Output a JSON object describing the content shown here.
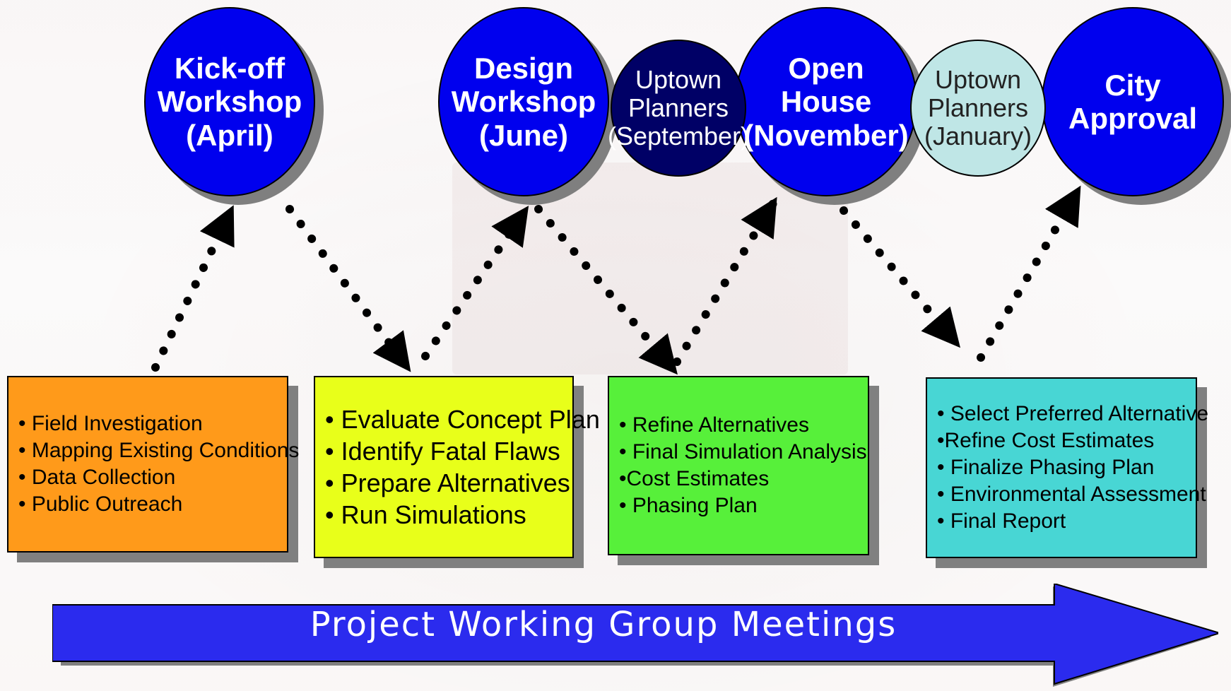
{
  "milestones": [
    {
      "label": "Kick-off\nWorkshop\n(April)"
    },
    {
      "label": "Design\nWorkshop\n(June)"
    },
    {
      "label": "Uptown\nPlanners\n(September)"
    },
    {
      "label": "Open\nHouse\n(November)"
    },
    {
      "label": "Uptown\nPlanners\n(January)"
    },
    {
      "label": "City\nApproval"
    }
  ],
  "tasks": [
    {
      "color": "#ff9a1a",
      "items": [
        "• Field Investigation",
        "• Mapping Existing Conditions",
        "• Data Collection",
        "• Public Outreach"
      ]
    },
    {
      "color": "#e8ff1a",
      "items": [
        "• Evaluate Concept Plan",
        "• Identify Fatal Flaws",
        "• Prepare Alternatives",
        "• Run Simulations"
      ]
    },
    {
      "color": "#57f03a",
      "items": [
        "• Refine Alternatives",
        "• Final Simulation Analysis",
        "•Cost Estimates",
        "• Phasing Plan"
      ]
    },
    {
      "color": "#48d6d4",
      "items": [
        "• Select Preferred Alternative",
        "•Refine Cost Estimates",
        "• Finalize Phasing Plan",
        "• Environmental Assessment",
        "• Final Report"
      ]
    }
  ],
  "timeline": {
    "label": "Project Working Group Meetings",
    "color": "#2b2bee"
  }
}
